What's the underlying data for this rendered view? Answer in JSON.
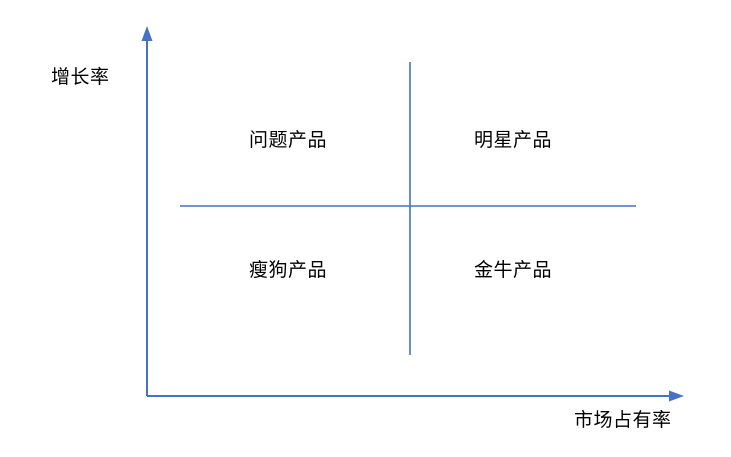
{
  "diagram": {
    "type": "bcg-matrix",
    "axes": {
      "y_label": "增长率",
      "x_label": "市场占有率",
      "line_color": "#4472C4",
      "text_color": "#000000"
    },
    "quadrants": [
      {
        "key": "question-marks",
        "label": "问题产品",
        "position": "top-left"
      },
      {
        "key": "stars",
        "label": "明星产品",
        "position": "top-right"
      },
      {
        "key": "dogs",
        "label": "瘦狗产品",
        "position": "bottom-left"
      },
      {
        "key": "cash-cows",
        "label": "金牛产品",
        "position": "bottom-right"
      }
    ]
  }
}
